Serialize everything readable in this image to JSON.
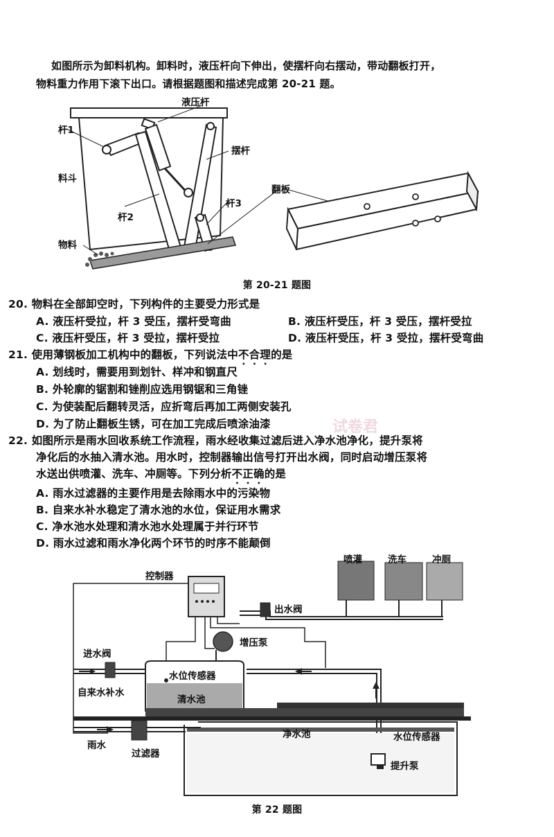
{
  "intro": {
    "line1": "如图所示为卸料机构。卸料时，液压杆向下伸出，使摆杆向右摆动，带动翻板打开，",
    "line2": "物料重力作用下滚下出口。请根据题图和描述完成第 20-21 题。"
  },
  "fig1": {
    "caption": "第 20-21 题图",
    "labels": {
      "hydraulic": "液压杆",
      "rod1": "杆1",
      "swing": "摆杆",
      "hopper": "料斗",
      "rod2": "杆2",
      "rod3": "杆3",
      "material": "物料",
      "flap": "翻板"
    }
  },
  "q20": {
    "num": "20.",
    "stem": "物料在全部卸空时，下列构件的主要受力形式是",
    "A": "A. 液压杆受拉，杆 3 受压，摆杆受弯曲",
    "B": "B. 液压杆受压，杆 3 受压，摆杆受拉",
    "C": "C. 液压杆受压，杆 3 受拉，摆杆受拉",
    "D": "D. 液压杆受压，杆 3 受拉，摆杆受弯曲"
  },
  "q21": {
    "num": "21.",
    "stem_a": "使用薄钢板加工机构中的翻板，下列说法中",
    "stem_em": "不合理",
    "stem_b": "的是",
    "A": "A. 划线时，需要用到划针、样冲和钢直尺",
    "B": "B. 外轮廓的锯割和锉削应选用钢锯和三角锉",
    "C": "C. 为使装配后翻转灵活，应折弯后再加工两侧安装孔",
    "D": "D. 为了防止翻板生锈，可在加工完成后喷涂油漆"
  },
  "q22": {
    "num": "22.",
    "line1": "如图所示是雨水回收系统工作流程，雨水经收集过滤后进入净水池净化，提升泵将",
    "line2": "净化后的水抽入清水池。用水时，控制器输出信号打开出水阀，同时启动增压泵将",
    "line3a": "水送出供喷灌、洗车、冲厕等。下列分析",
    "line3em": "不正确",
    "line3b": "的是",
    "A": "A. 雨水过滤器的主要作用是去除雨水中的污染物",
    "B": "B. 自来水补水稳定了清水池的水位，保证用水需求",
    "C": "C. 净水池水处理和清水池水处理属于并行环节",
    "D": "D. 雨水过滤和雨水净化两个环节的时序不能颠倒"
  },
  "fig2": {
    "caption": "第 22 题图",
    "labels": {
      "controller": "控制器",
      "spray": "喷灌",
      "carwash": "洗车",
      "toilet": "冲厕",
      "outlet_valve": "出水阀",
      "booster_pump": "增压泵",
      "inlet_valve": "进水阀",
      "level_sensor_top": "水位传感器",
      "tap_water": "自来水补水",
      "clear_pool": "清水池",
      "purify_pool": "净水池",
      "level_sensor_bottom": "水位传感器",
      "rain": "雨水",
      "filter": "过滤器",
      "lift_pump": "提升泵"
    }
  },
  "watermark": "试卷君"
}
